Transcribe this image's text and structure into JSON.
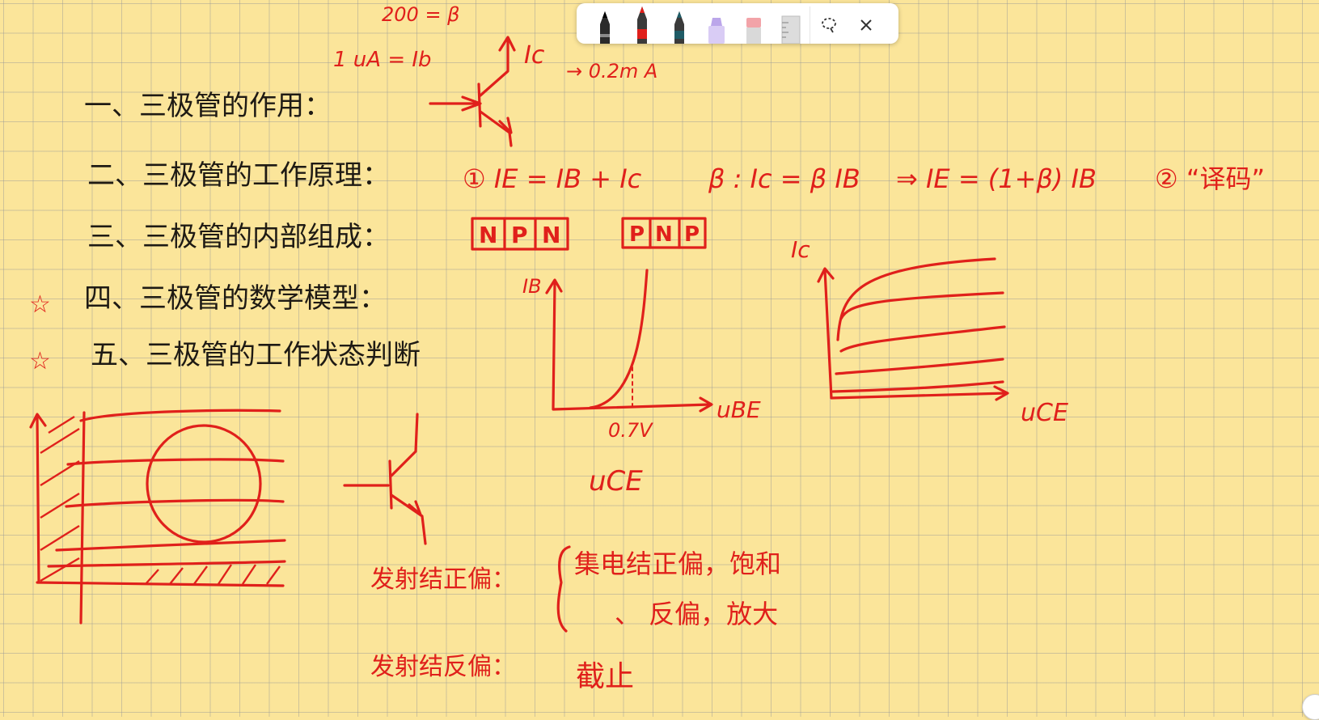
{
  "toolbar": {
    "tools": [
      {
        "name": "black-marker-pen",
        "color": "#2b2b2b"
      },
      {
        "name": "red-marker-pen",
        "color": "#e0201b",
        "active": true
      },
      {
        "name": "teal-marker-pen",
        "color": "#1f5b66"
      },
      {
        "name": "lavender-highlighter",
        "color": "#c9b8ee"
      },
      {
        "name": "pink-eraser",
        "color": "#f2a3a8"
      },
      {
        "name": "ruler",
        "color": "#d7d7d7"
      }
    ],
    "lasso_icon": "lasso-select-icon",
    "close_icon": "close-icon"
  },
  "notes": {
    "beta_top": "200 = β",
    "ib_label": "1 uA = Ib",
    "ic_label": "Ic",
    "ic_value": "→ 0.2m A",
    "line1": "一、三极管的作用：",
    "line2": "二、三极管的工作原理：",
    "eq1": "① IE = IB + Ic",
    "eq2": "β : Ic = β IB",
    "eq3": "⇒ IE = (1+β) IB",
    "eq4": "② “译码”",
    "line3": "三、三极管的内部组成：",
    "npn": [
      "N",
      "P",
      "N"
    ],
    "pnp": [
      "P",
      "N",
      "P"
    ],
    "line4": "四、三极管的数学模型：",
    "line5": "五、三极管的工作状态判断",
    "star_mark": "☆",
    "input_curve": {
      "y_label": "IB",
      "x_label": "uBE",
      "threshold": "0.7V",
      "param": "uCE"
    },
    "output_curve": {
      "y_label": "Ic",
      "x_label": "uCE"
    },
    "cond1": "发射结正偏：",
    "cond1a": "集电结正偏，饱和",
    "cond1b": "、 反偏，放大",
    "cond2": "发射结反偏：",
    "cond2a": "截止"
  }
}
